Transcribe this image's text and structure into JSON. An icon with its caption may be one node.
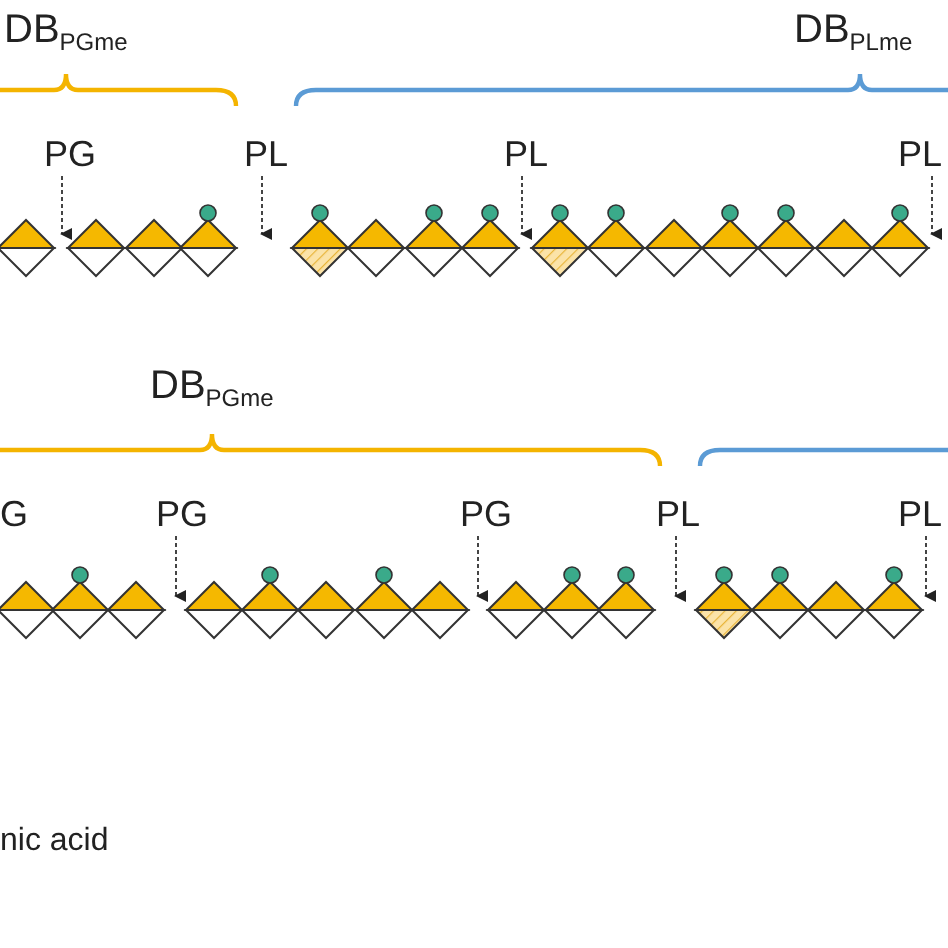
{
  "diagram": {
    "labels": [
      "DB$_{PGme}$",
      "DB$_{PLme}$",
      "PG",
      "PL",
      "PL",
      "PL",
      "DB$_{PGme}$",
      "G",
      "PG",
      "PG",
      "PL",
      "PL",
      "nic acid"
    ]
  }
}
